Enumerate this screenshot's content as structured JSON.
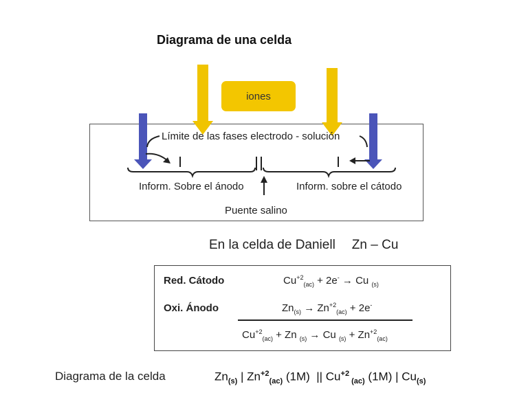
{
  "title": "Diagrama de una celda",
  "diagram": {
    "ions_label": "iones",
    "phase_boundary_label": "Límite de las fases electrodo - solución",
    "anode_info_label": "Inform. Sobre el ánodo",
    "cathode_info_label": "Inform. sobre el cátodo",
    "salt_bridge_label": "Puente salino",
    "colors": {
      "yellow_arrow": "#f0c400",
      "blue_arrow": "#4b55b9",
      "ions_box": "#f3c600"
    }
  },
  "daniell": {
    "intro": "En la celda de Daniell",
    "couple": "Zn – Cu"
  },
  "reactions": {
    "reduction": {
      "label": "Red. Cátodo",
      "species1": "Cu",
      "species1_charge": "+2",
      "species1_state": "(ac)",
      "middle": " + 2e",
      "electron_charge": "-",
      "product": "Cu",
      "product_state": "(s)"
    },
    "oxidation": {
      "label": "Oxi. Ánodo",
      "species1": "Zn",
      "species1_state": "(s)",
      "product": "Zn",
      "product_charge": "+2",
      "product_state": "(ac)",
      "tail": " + 2e",
      "electron_charge": "-"
    },
    "overall": {
      "r1": "Cu",
      "r1_charge": "+2",
      "r1_state": "(ac)",
      "r2": " + Zn",
      "r2_state": "(s)",
      "p1": "Cu",
      "p1_state": "(s)",
      "p2": " + Zn",
      "p2_charge": "+2",
      "p2_state": "(ac)"
    },
    "arrow": "→"
  },
  "cell_diagram": {
    "label": "Diagrama de la celda",
    "zn": "Zn",
    "zn_state": "(s)",
    "sep1": " | Zn",
    "zn_ion_charge": "+2",
    "zn_ion_state": "(ac)",
    "zn_conc": " (1M)",
    "bridge": "  || Cu",
    "cu_ion_charge": "+2",
    "cu_ion_state": " (ac)",
    "cu_conc": " (1M)",
    "sep2": " | Cu",
    "cu_state": "(s)"
  }
}
